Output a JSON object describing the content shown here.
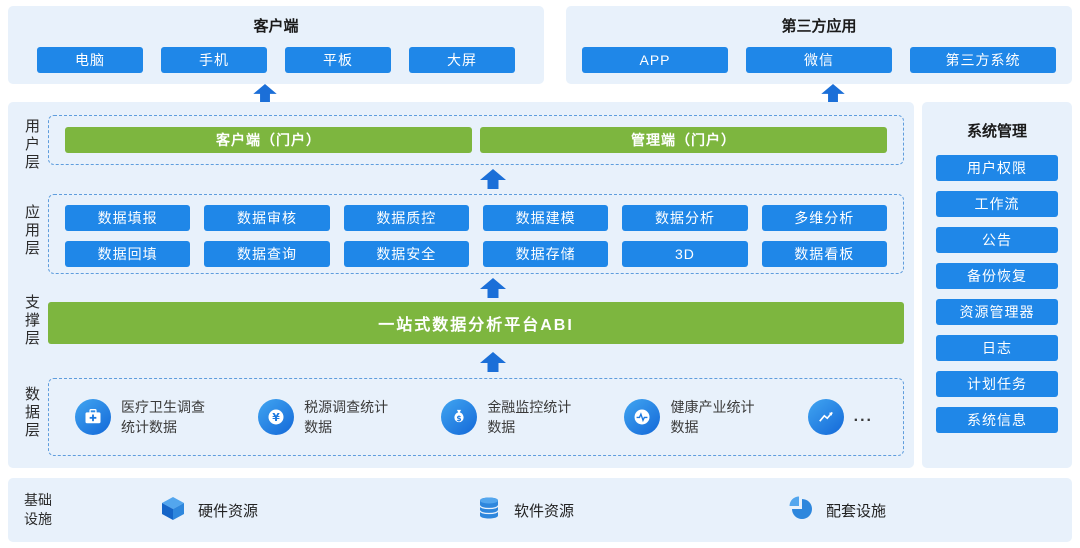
{
  "top": {
    "client": {
      "title": "客户端",
      "buttons": [
        "电脑",
        "手机",
        "平板",
        "大屏"
      ]
    },
    "third_party": {
      "title": "第三方应用",
      "buttons": [
        "APP",
        "微信",
        "第三方系统"
      ]
    }
  },
  "layers": {
    "user": {
      "label": "用户层",
      "portals": [
        "客户端（门户）",
        "管理端（门户）"
      ]
    },
    "app": {
      "label": "应用层",
      "row1": [
        "数据填报",
        "数据审核",
        "数据质控",
        "数据建模",
        "数据分析",
        "多维分析"
      ],
      "row2": [
        "数据回填",
        "数据查询",
        "数据安全",
        "数据存储",
        "3D",
        "数据看板"
      ]
    },
    "support": {
      "label": "支撑层",
      "platform": "一站式数据分析平台ABI"
    },
    "data": {
      "label": "数据层",
      "sources": [
        {
          "icon": "medical-briefcase-icon",
          "line1": "医疗卫生调查",
          "line2": "统计数据"
        },
        {
          "icon": "yuan-coin-icon",
          "line1": "税源调查统计",
          "line2": "数据"
        },
        {
          "icon": "money-bag-icon",
          "line1": "金融监控统计",
          "line2": "数据"
        },
        {
          "icon": "pulse-icon",
          "line1": "健康产业统计",
          "line2": "数据"
        }
      ],
      "more": "..."
    }
  },
  "system_management": {
    "title": "系统管理",
    "buttons": [
      "用户权限",
      "工作流",
      "公告",
      "备份恢复",
      "资源管理器",
      "日志",
      "计划任务",
      "系统信息"
    ]
  },
  "infrastructure": {
    "label": "基础设施",
    "items": [
      {
        "icon": "cube-icon",
        "label": "硬件资源"
      },
      {
        "icon": "database-icon",
        "label": "软件资源"
      },
      {
        "icon": "pie-chart-icon",
        "label": "配套设施"
      }
    ]
  },
  "colors": {
    "panel_bg": "#e8f1fb",
    "button_blue": "#1f87e8",
    "bar_green": "#7db63f",
    "arrow_blue": "#1b6fd8",
    "dashed_border": "#5f9ddd"
  }
}
